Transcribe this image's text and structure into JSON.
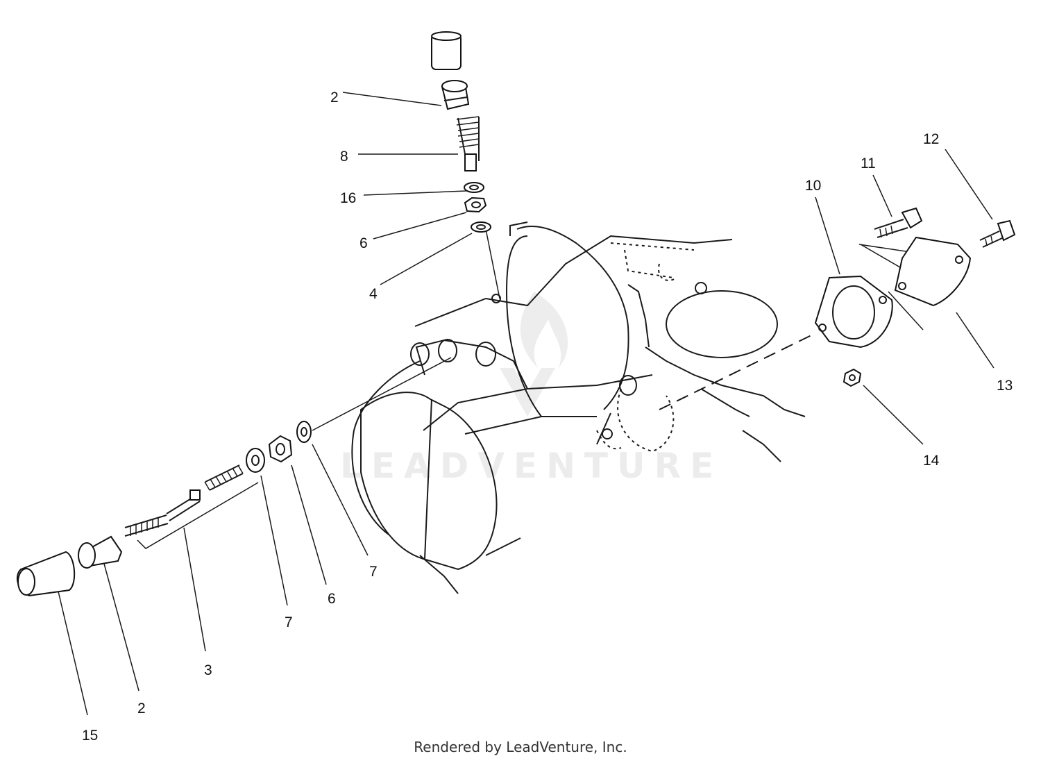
{
  "diagram": {
    "callouts": [
      {
        "id": "c2-top",
        "label": "2"
      },
      {
        "id": "c8",
        "label": "8"
      },
      {
        "id": "c16",
        "label": "16"
      },
      {
        "id": "c6-top",
        "label": "6"
      },
      {
        "id": "c4",
        "label": "4"
      },
      {
        "id": "c12",
        "label": "12"
      },
      {
        "id": "c11",
        "label": "11"
      },
      {
        "id": "c10",
        "label": "10"
      },
      {
        "id": "c13",
        "label": "13"
      },
      {
        "id": "c14",
        "label": "14"
      },
      {
        "id": "c7-right",
        "label": "7"
      },
      {
        "id": "c6-bottom",
        "label": "6"
      },
      {
        "id": "c7-left",
        "label": "7"
      },
      {
        "id": "c3",
        "label": "3"
      },
      {
        "id": "c2-bottom",
        "label": "2"
      },
      {
        "id": "c15",
        "label": "15"
      }
    ],
    "watermark_text": "LEADVENTURE"
  },
  "footer": {
    "credit": "Rendered by LeadVenture, Inc."
  }
}
